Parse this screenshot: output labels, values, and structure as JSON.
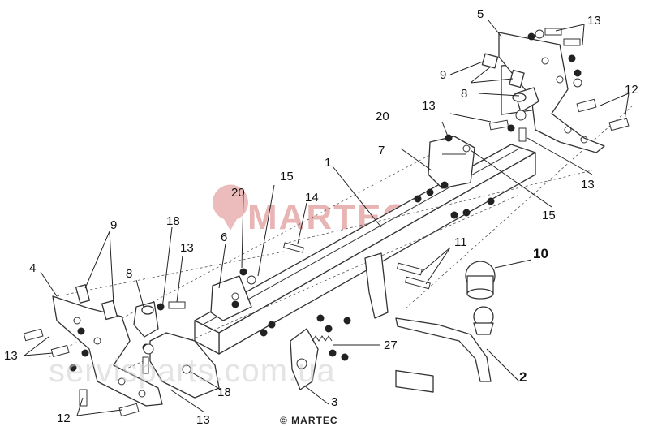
{
  "watermark": {
    "logo_text": "MARTEC",
    "url_text": "servisparts.com.ua",
    "copyright": "© MARTEC"
  },
  "callouts": [
    {
      "id": "c5",
      "text": "5"
    },
    {
      "id": "c13a",
      "text": "13"
    },
    {
      "id": "c9a",
      "text": "9"
    },
    {
      "id": "c8a",
      "text": "8"
    },
    {
      "id": "c12a",
      "text": "12"
    },
    {
      "id": "c13b",
      "text": "13"
    },
    {
      "id": "c20a",
      "text": "20"
    },
    {
      "id": "c7",
      "text": "7"
    },
    {
      "id": "c1",
      "text": "1"
    },
    {
      "id": "c13c",
      "text": "13"
    },
    {
      "id": "c15a",
      "text": "15"
    },
    {
      "id": "c20b",
      "text": "20"
    },
    {
      "id": "c15b",
      "text": "15"
    },
    {
      "id": "c14",
      "text": "14"
    },
    {
      "id": "c9b",
      "text": "9"
    },
    {
      "id": "c18a",
      "text": "18"
    },
    {
      "id": "c13d",
      "text": "13"
    },
    {
      "id": "c6",
      "text": "6"
    },
    {
      "id": "c4",
      "text": "4"
    },
    {
      "id": "c8b",
      "text": "8"
    },
    {
      "id": "c11",
      "text": "11"
    },
    {
      "id": "c10",
      "text": "10"
    },
    {
      "id": "c13e",
      "text": "13"
    },
    {
      "id": "c27",
      "text": "27"
    },
    {
      "id": "c18b",
      "text": "18"
    },
    {
      "id": "c2",
      "text": "2"
    },
    {
      "id": "c12b",
      "text": "12"
    },
    {
      "id": "c13f",
      "text": "13"
    },
    {
      "id": "c3",
      "text": "3"
    }
  ]
}
